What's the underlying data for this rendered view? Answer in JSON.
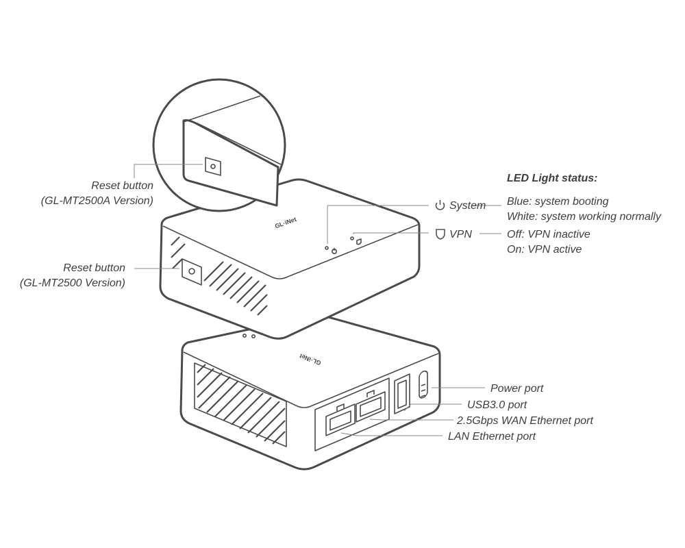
{
  "device": {
    "brand_text": "GL·iNet"
  },
  "labels": {
    "reset_a_line1": "Reset button",
    "reset_a_line2": "(GL-MT2500A Version)",
    "reset_b_line1": "Reset button",
    "reset_b_line2": "(GL-MT2500 Version)",
    "power_port": "Power port",
    "usb_port": "USB3.0 port",
    "wan_port": "2.5Gbps WAN Ethernet port",
    "lan_port": "LAN Ethernet port"
  },
  "led_status": {
    "heading": "LED Light status:",
    "system": {
      "name": "System",
      "icon": "power-icon",
      "desc_line1": "Blue: system booting",
      "desc_line2": "White: system working normally"
    },
    "vpn": {
      "name": "VPN",
      "icon": "shield-icon",
      "desc_line1": "Off: VPN inactive",
      "desc_line2": "On: VPN active"
    }
  },
  "colors": {
    "outline": "#4a4a4a",
    "text": "#3d3d3d",
    "leader": "#888888"
  }
}
